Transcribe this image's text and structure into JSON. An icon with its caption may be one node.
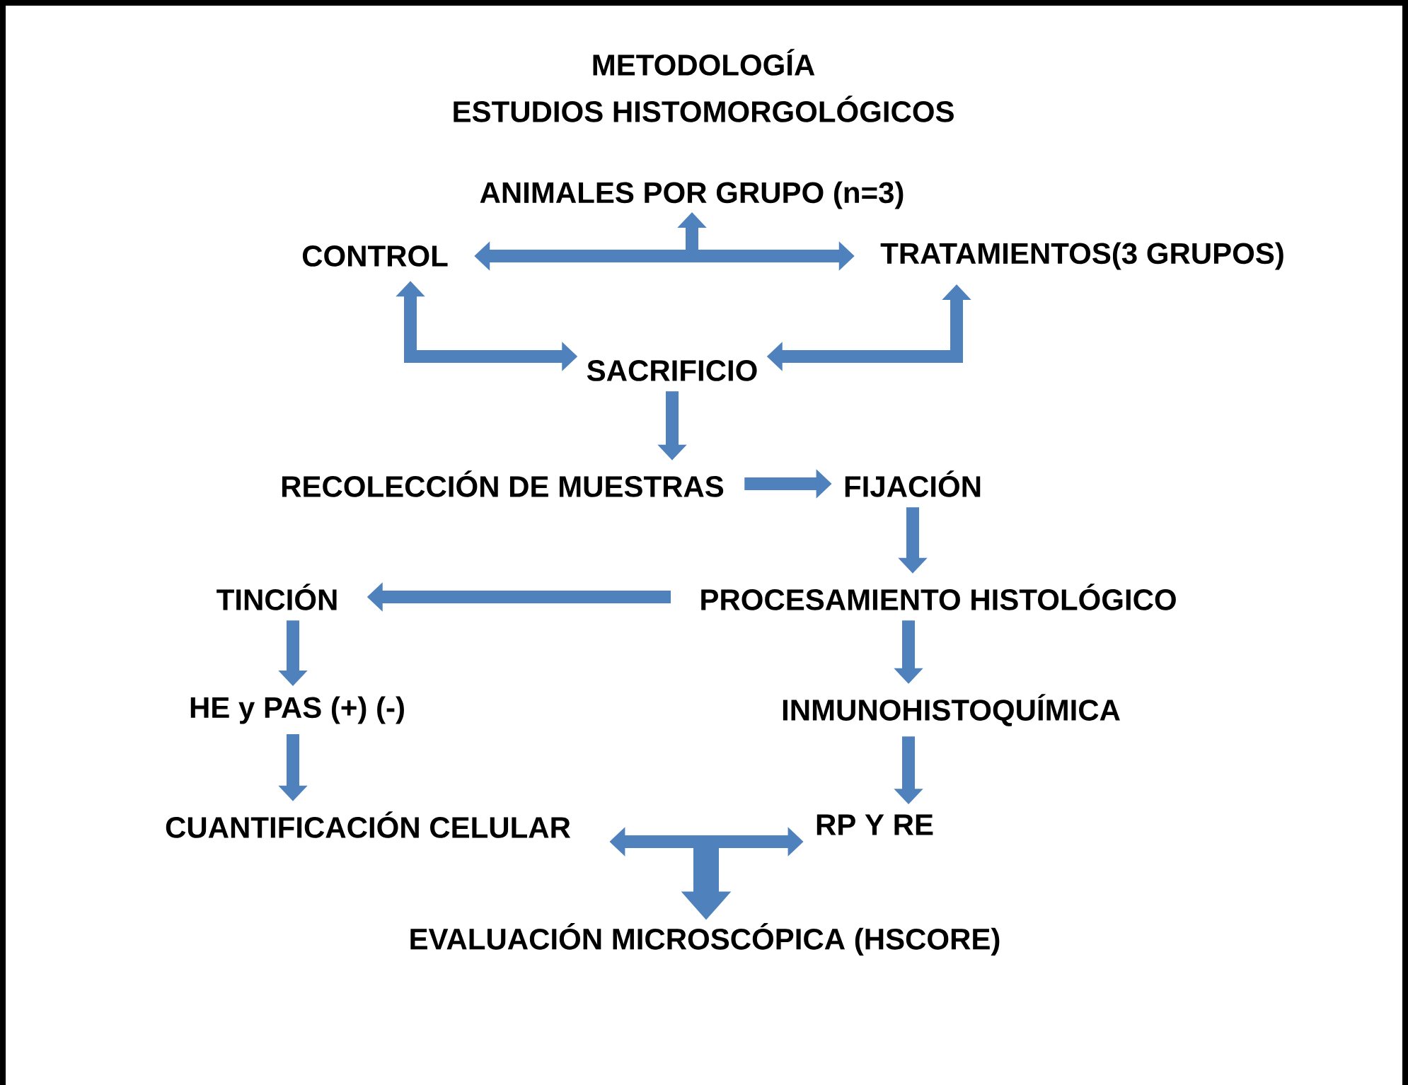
{
  "diagram": {
    "title": "METODOLOGÍA",
    "labels": [
      "ESTUDIOS HISTOMORGOLÓGICOS"
    ],
    "nodes": [
      {
        "text": [
          "ANIMALES POR GRUPO (n=3)"
        ]
      },
      {
        "text": [
          "CONTROL"
        ]
      },
      {
        "text": [
          "TRATAMIENTOS(3 GRUPOS)"
        ]
      },
      {
        "text": [
          "SACRIFICIO"
        ]
      },
      {
        "text": [
          "RECOLECCIÓN DE MUESTRAS"
        ]
      },
      {
        "text": [
          "FIJACIÓN"
        ]
      },
      {
        "text": [
          "TINCIÓN"
        ]
      },
      {
        "text": [
          "PROCESAMIENTO HISTOLÓGICO"
        ]
      },
      {
        "text": [
          "HE y PAS (+) (-)"
        ]
      },
      {
        "text": [
          "INMUNOHISTOQUÍMICA"
        ]
      },
      {
        "text": [
          "CUANTIFICACIÓN CELULAR"
        ]
      },
      {
        "text": [
          "RP Y RE"
        ]
      },
      {
        "text": [
          "EVALUACIÓN MICROSCÓPICA (HSCORE)"
        ]
      }
    ],
    "edges": [
      {
        "from": 1,
        "to": 2,
        "arrow": "both"
      },
      {
        "from": null,
        "to": 0,
        "arrow": "to"
      },
      {
        "from": 1,
        "to": 3,
        "arrow": "both"
      },
      {
        "from": 2,
        "to": 3,
        "arrow": "both"
      },
      {
        "from": 3,
        "to": 4,
        "arrow": "to"
      },
      {
        "from": 4,
        "to": 5,
        "arrow": "to"
      },
      {
        "from": 5,
        "to": 7,
        "arrow": "to"
      },
      {
        "from": 7,
        "to": 6,
        "arrow": "to"
      },
      {
        "from": 6,
        "to": 8,
        "arrow": "to"
      },
      {
        "from": 8,
        "to": 10,
        "arrow": "to"
      },
      {
        "from": 7,
        "to": 9,
        "arrow": "to"
      },
      {
        "from": 9,
        "to": 11,
        "arrow": "to"
      },
      {
        "from": 10,
        "to": 11,
        "arrow": "both"
      },
      {
        "from": null,
        "to": 12,
        "arrow": "to",
        "style": "thick"
      }
    ]
  }
}
